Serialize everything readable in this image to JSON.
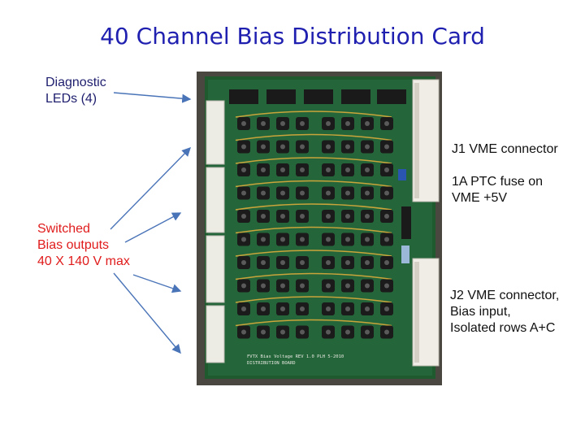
{
  "slide": {
    "title": "40 Channel Bias Distribution Card",
    "annotations": {
      "diagnostic": [
        "Diagnostic",
        "LEDs (4)"
      ],
      "switched": [
        "Switched",
        "Bias outputs",
        "40 X 140 V max"
      ],
      "j1": [
        "J1 VME connector",
        "",
        "1A PTC fuse on",
        "VME +5V"
      ],
      "j2": [
        "J2 VME connector,",
        "Bias input,",
        "Isolated rows A+C"
      ]
    },
    "board_silkscreen": [
      "FVTX Bias Voltage  REV 1.0  PLH  5-2010",
      "DISTRIBUTION BOARD"
    ],
    "colors": {
      "title": "#1f1fb0",
      "label_dark": "#1e1e6e",
      "label_red": "#e01b1b",
      "arrow": "#4a74b8",
      "pcb": "#1f5a2e"
    }
  }
}
